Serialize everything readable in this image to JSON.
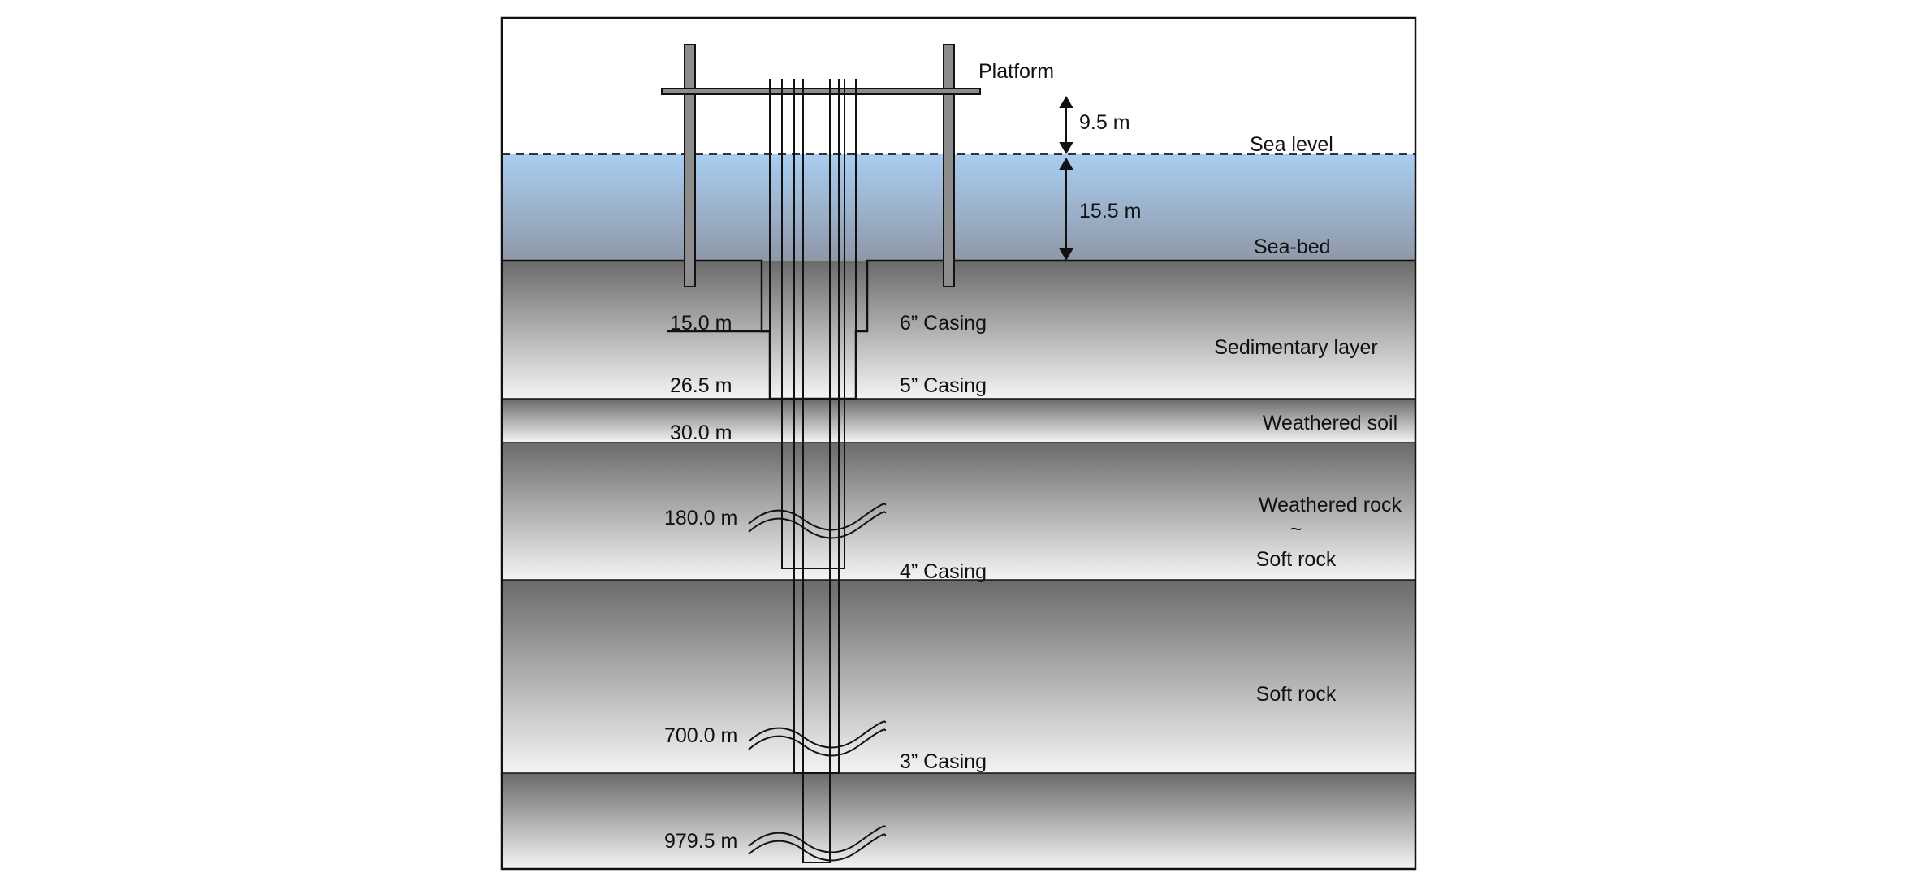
{
  "labels": {
    "platform": "Platform",
    "sea_level": "Sea level",
    "sea_bed": "Sea-bed",
    "height_above_sea": "9.5 m",
    "water_depth": "15.5 m",
    "casing_6": "6” Casing",
    "casing_5": "5” Casing",
    "casing_4": "4” Casing",
    "casing_3": "3” Casing"
  },
  "depths": {
    "d1": "15.0 m",
    "d2": "26.5 m",
    "d3": "30.0 m",
    "d4": "180.0 m",
    "d5": "700.0 m",
    "d6": "979.5 m"
  },
  "layers": {
    "sedimentary": "Sedimentary layer",
    "weathered_soil": "Weathered soil",
    "weathered_rock": "Weathered rock",
    "tilde": "~",
    "soft_rock_a": "Soft rock",
    "soft_rock_b": "Soft rock"
  },
  "colors": {
    "sky": "#ffffff",
    "sea_top": "#a9cdf1",
    "sea_bottom": "#8f98a8",
    "ground_dark": "#6a6a6a",
    "ground_light": "#f4f4f4",
    "pile_fill": "#8c8c8c",
    "line": "#111111"
  }
}
